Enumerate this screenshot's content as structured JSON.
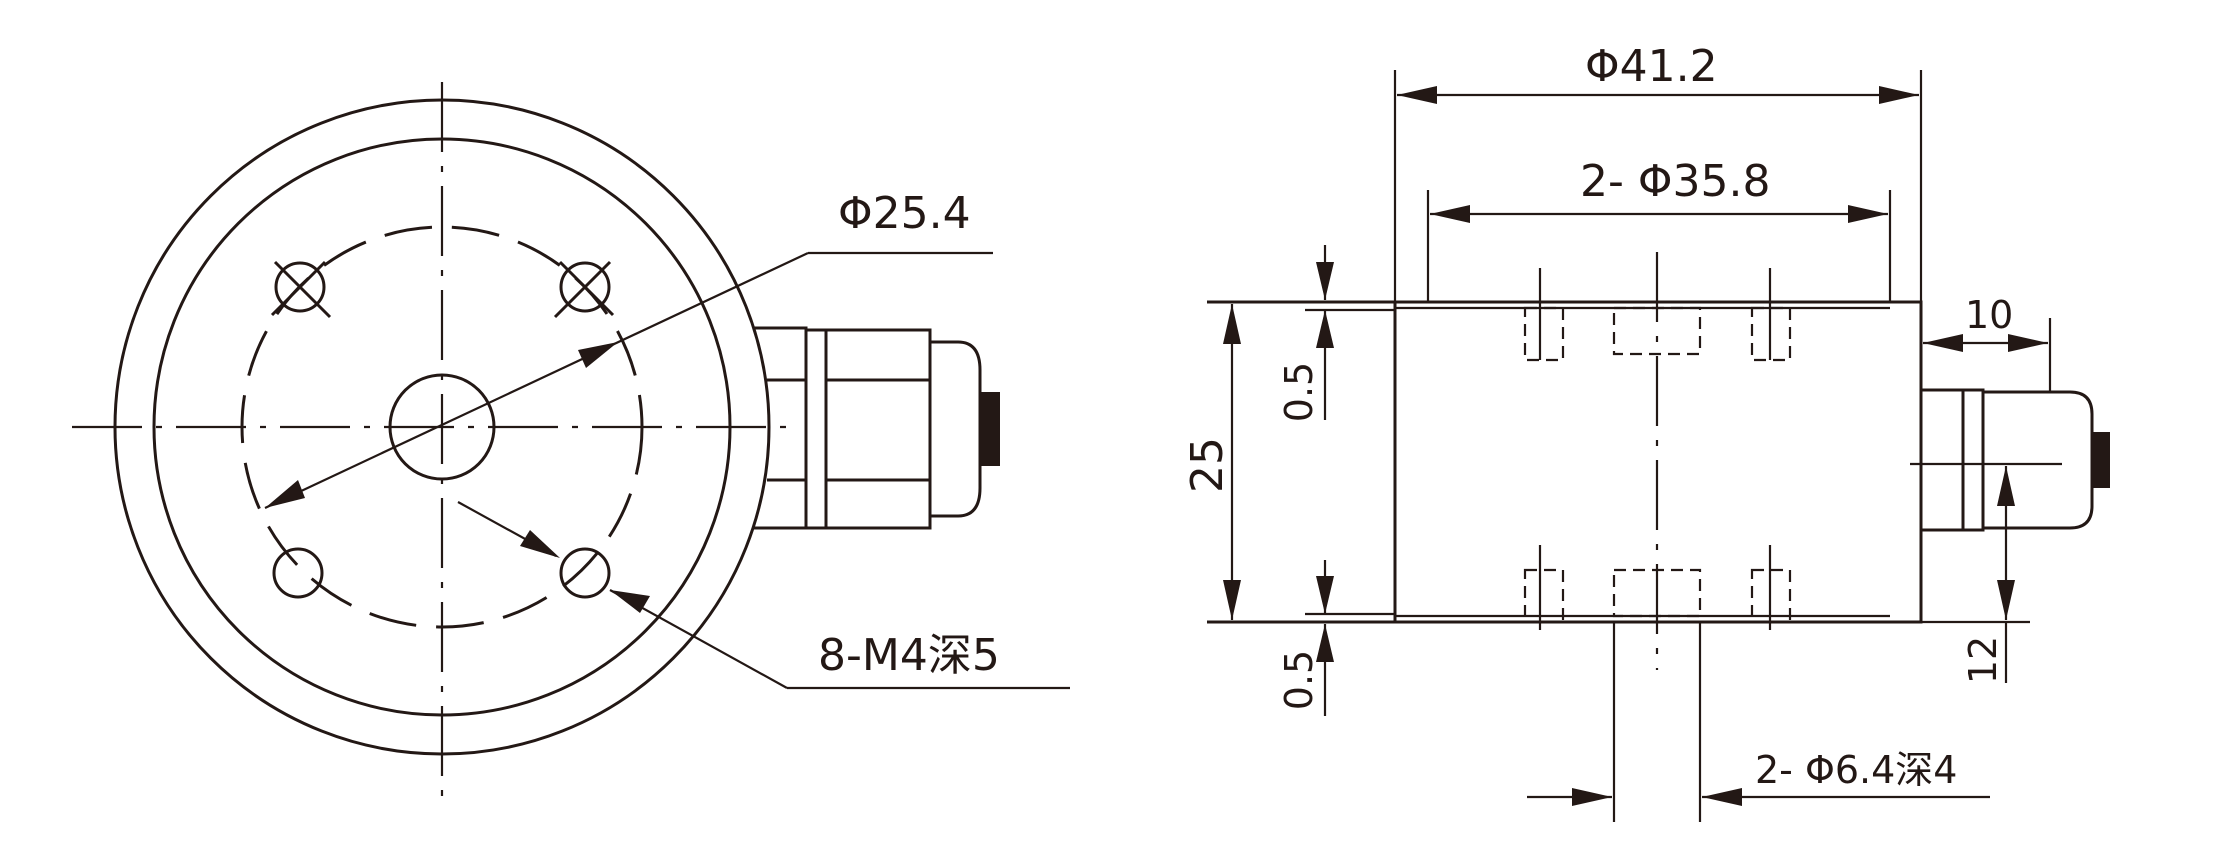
{
  "front_view": {
    "labels": {
      "outer_diameter": "Φ25.4",
      "thread_holes": "8-M4深5"
    }
  },
  "side_view": {
    "labels": {
      "overall_diameter": "Φ41.2",
      "inner_diameter": "2- Φ35.8",
      "connector_length": "10",
      "height": "25",
      "gap_top": "0.5",
      "gap_bottom": "0.5",
      "connector_height": "12",
      "pin_holes": "2- Φ6.4深4"
    }
  },
  "colors": {
    "line": "#231815",
    "background": "#ffffff"
  }
}
